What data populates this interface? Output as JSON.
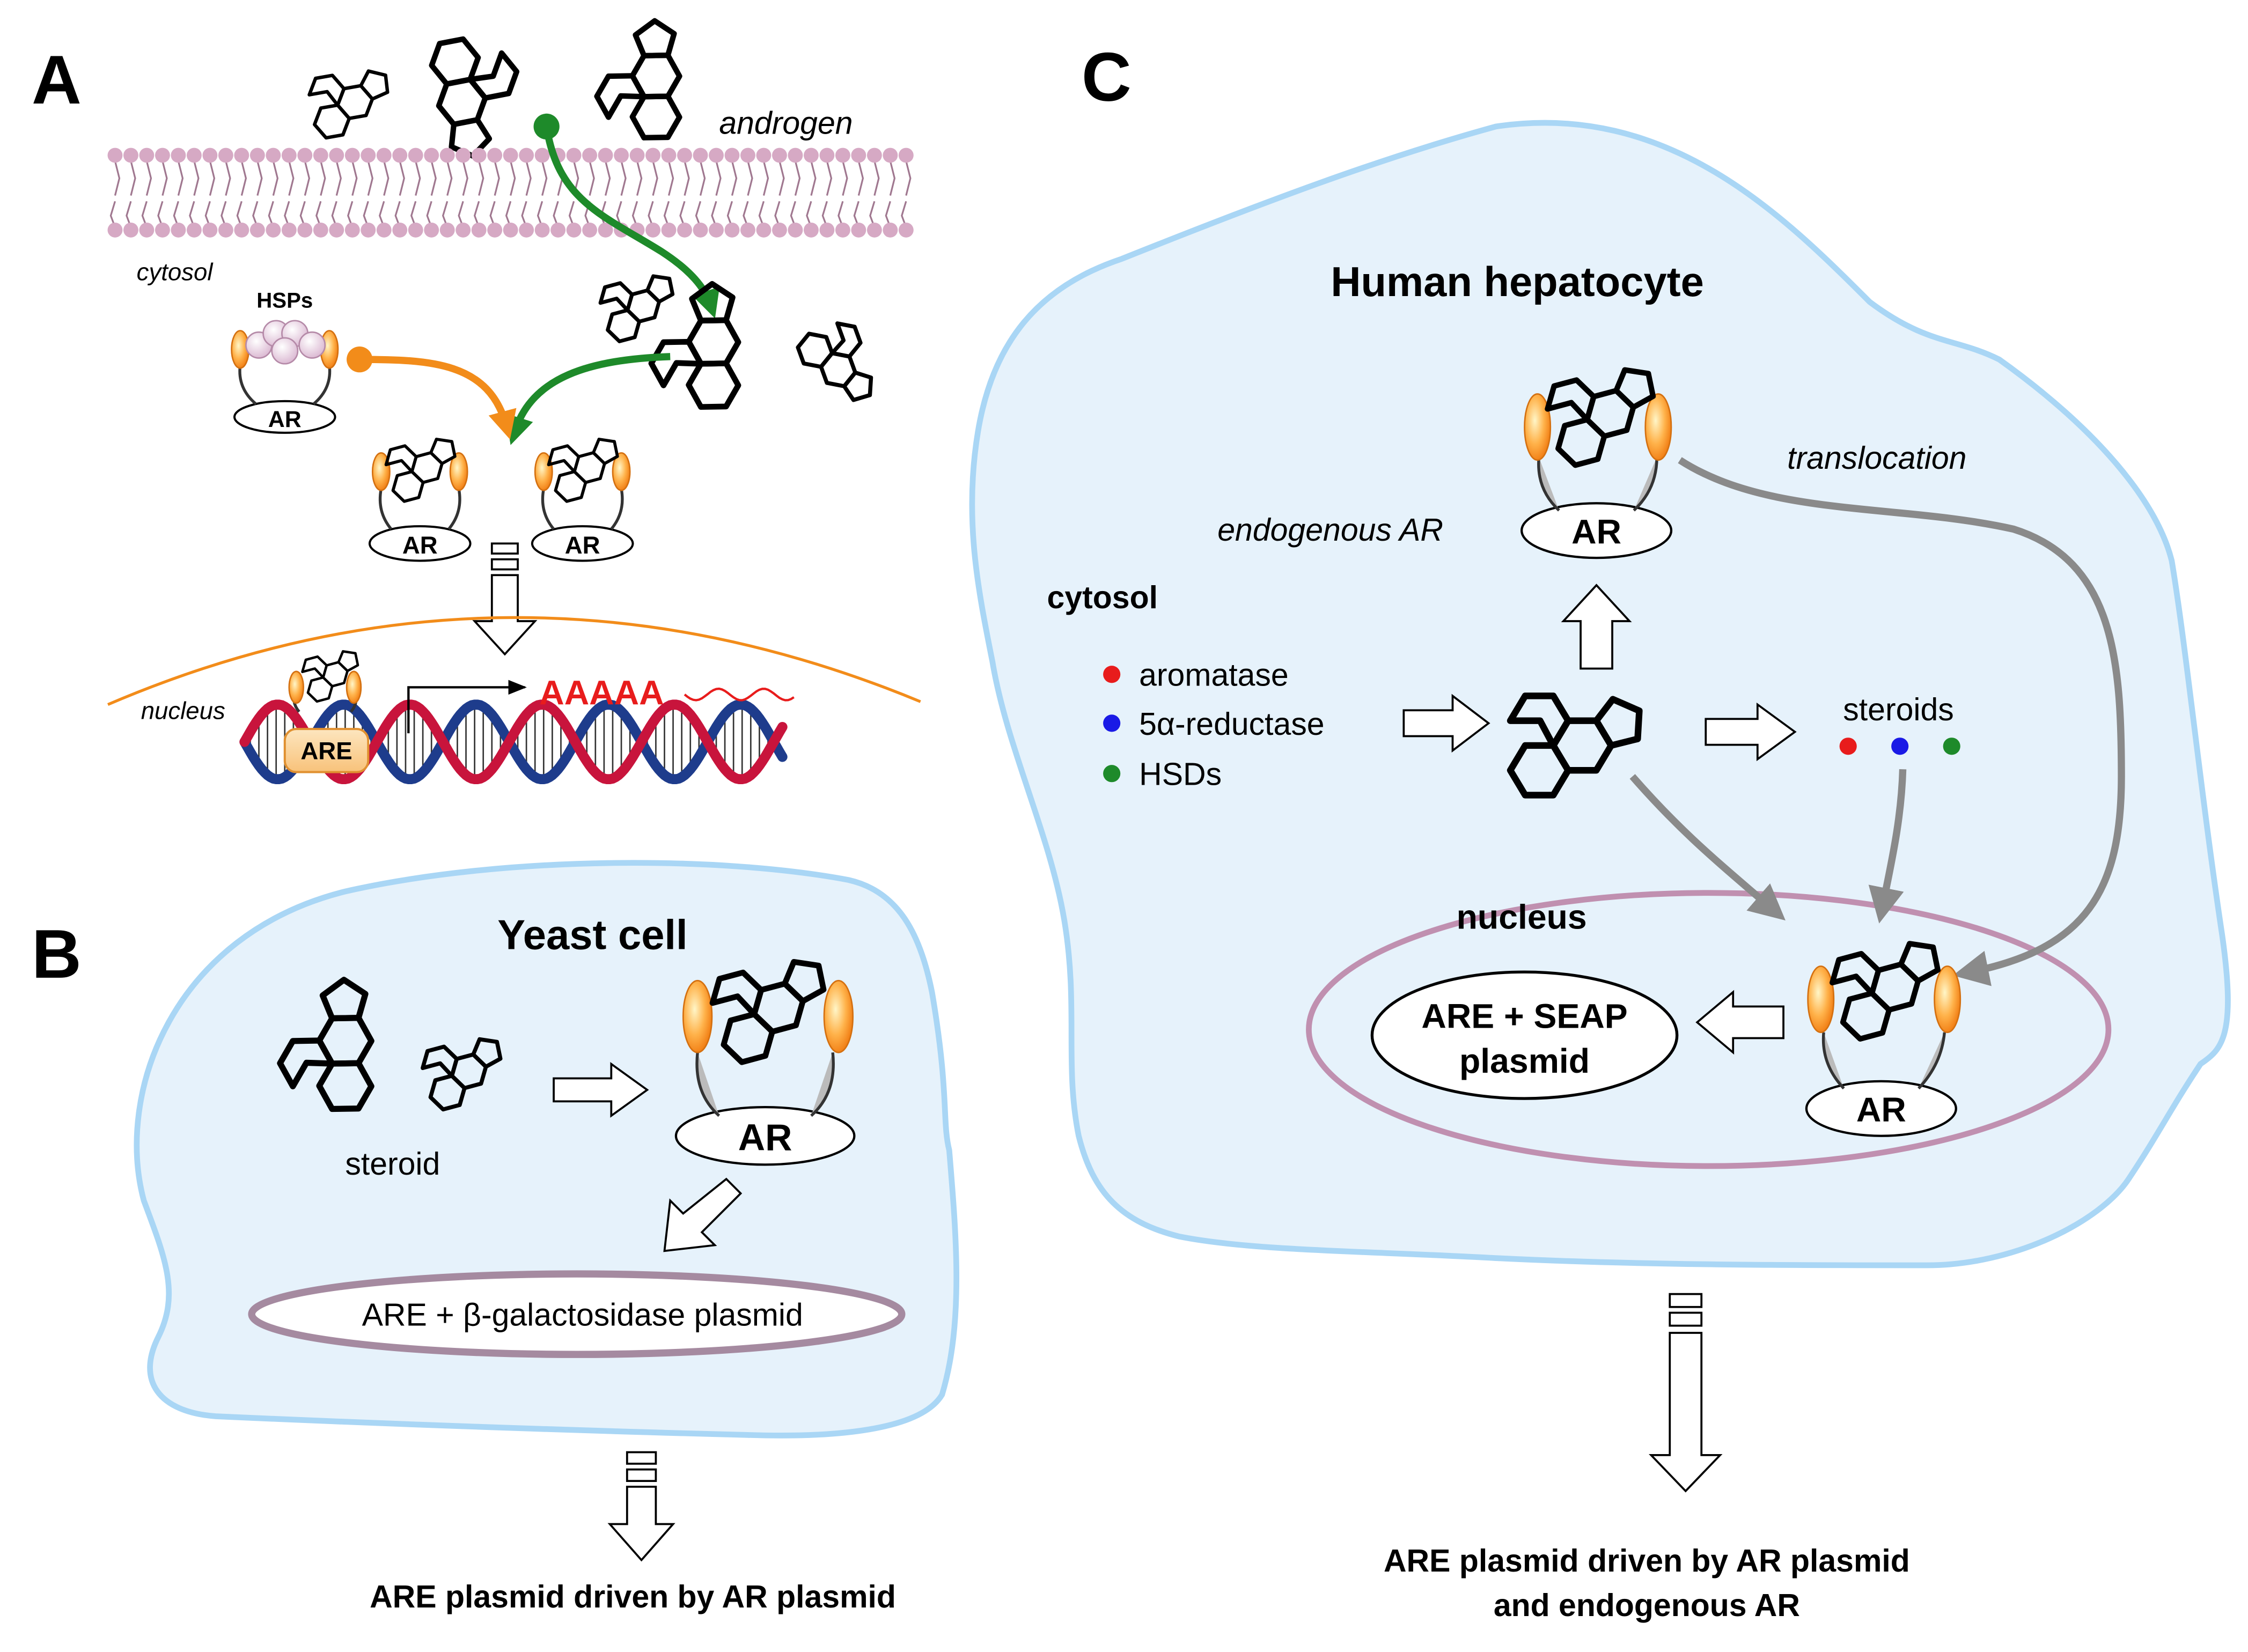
{
  "panels": {
    "a": "A",
    "b": "B",
    "c": "C"
  },
  "panel_a": {
    "androgen": "androgen",
    "cytosol": "cytosol",
    "hsps": "HSPs",
    "ar": "AR",
    "nucleus": "nucleus",
    "are": "ARE",
    "transcript": "AAAAA"
  },
  "panel_b": {
    "title": "Yeast cell",
    "steroid": "steroid",
    "ar": "AR",
    "plasmid": "ARE + β-galactosidase plasmid",
    "result": "ARE plasmid driven by AR plasmid"
  },
  "panel_c": {
    "title": "Human hepatocyte",
    "endogenous_ar": "endogenous AR",
    "translocation": "translocation",
    "cytosol": "cytosol",
    "enzymes": [
      {
        "label": "aromatase",
        "color": "#e81c1c"
      },
      {
        "label": "5α-reductase",
        "color": "#1a1ae6"
      },
      {
        "label": "HSDs",
        "color": "#1e8a2a"
      }
    ],
    "steroids": "steroids",
    "nucleus": "nucleus",
    "plasmid_line1": "ARE + SEAP",
    "plasmid_line2": "plasmid",
    "ar_top": "AR",
    "ar_bottom": "AR",
    "result_line1": "ARE plasmid driven by AR plasmid",
    "result_line2": "and endogenous AR"
  },
  "colors": {
    "cell_fill": "#e6f2fb",
    "cell_border": "#a9d6f5",
    "nucleus_border": "#c090b0",
    "green_arrow": "#1e8a2a",
    "orange_arrow": "#f28c1a",
    "gray_arrow": "#8a8a8a",
    "membrane": "#d6a9c4",
    "dna_red": "#c8143c",
    "dna_blue": "#1e3c8c",
    "transcript_red": "#e81c1c"
  }
}
